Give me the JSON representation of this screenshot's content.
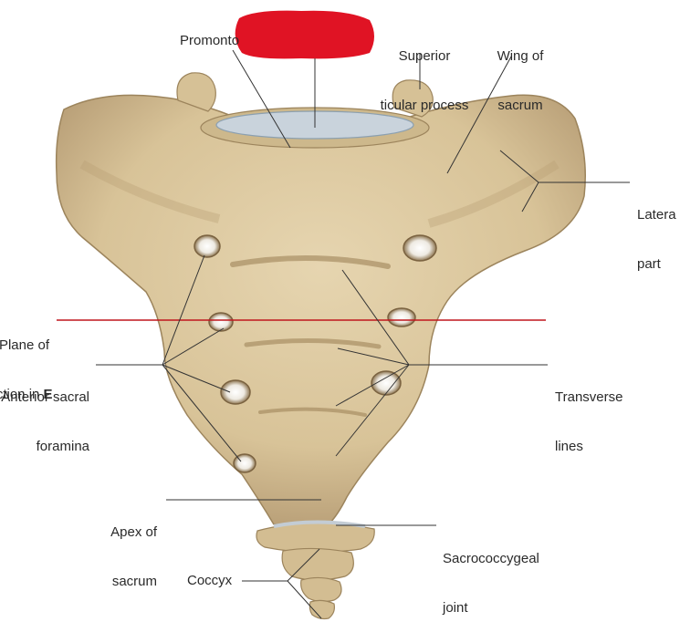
{
  "labels": {
    "promontory": "Promonto",
    "superior_articular_process_line1": "Superior",
    "superior_articular_process_line2": "ticular process",
    "wing_of_sacrum_line1": "Wing of",
    "wing_of_sacrum_line2": "sacrum",
    "lateral_part_line1": "Latera",
    "lateral_part_line2": "part",
    "plane_of_section_line1": "Plane of",
    "plane_of_section_line2": "section in ",
    "plane_of_section_bold": "E",
    "anterior_sacral_foramina_line1": "Anterior sacral",
    "anterior_sacral_foramina_line2": "foramina",
    "transverse_lines_line1": "Transverse",
    "transverse_lines_line2": "lines",
    "apex_line1": "Apex of",
    "apex_line2": "sacrum",
    "sacrococcygeal_line1": "Sacrococcygeal",
    "sacrococcygeal_line2": "joint",
    "coccyx": "Coccyx"
  },
  "colors": {
    "bone": "#dcc8a0",
    "bone_shadow": "#b89e72",
    "bone_dark": "#8a7350",
    "foramen": "#f4f2ee",
    "disc": "#c9d3dc",
    "redaction": "#e01324",
    "plane_line": "#c0161d",
    "leader": "#333333"
  }
}
